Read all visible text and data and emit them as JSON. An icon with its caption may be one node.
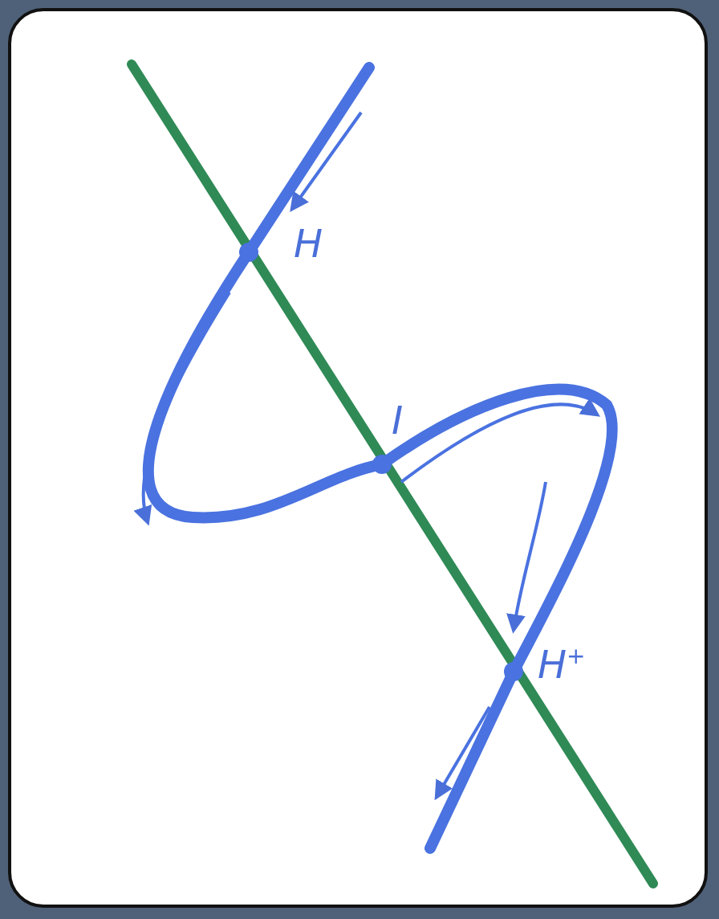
{
  "diagram": {
    "labels": [
      "H",
      "I",
      "H$^{+}$"
    ]
  }
}
